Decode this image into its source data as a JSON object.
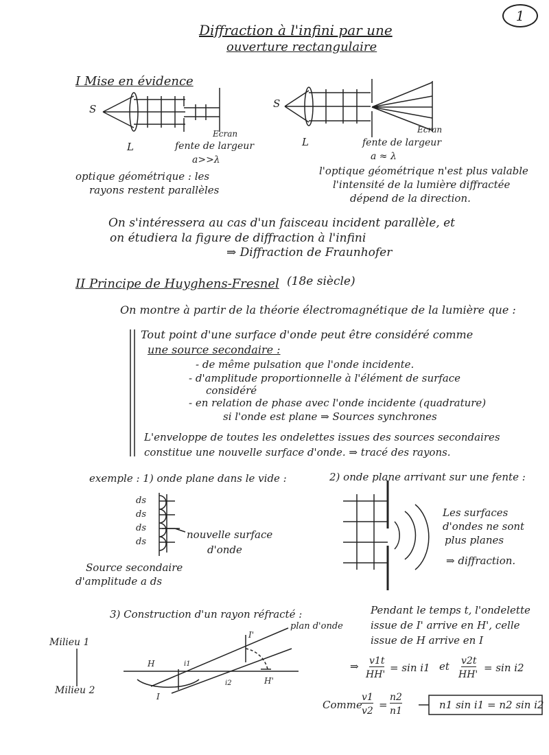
{
  "page_number": "1",
  "title": {
    "line1": "Diffraction à l'infini par une",
    "line2": "ouverture rectangulaire"
  },
  "section1": {
    "heading": "I Mise en évidence",
    "left_fig": {
      "S": "S",
      "L": "L",
      "ecran": "Ecran",
      "fente": "fente de largeur",
      "cond": "a>>λ"
    },
    "right_fig": {
      "S": "S",
      "L": "L",
      "ecran": "Ecran",
      "fente": "fente de largeur",
      "cond": "a ≈ λ"
    },
    "note_left": [
      "optique géométrique : les",
      "rayons restent parallèles"
    ],
    "note_right": [
      "l'optique géométrique n'est plus valable",
      "l'intensité de la lumière diffractée",
      "dépend de la direction."
    ],
    "para": [
      "On s'intéressera au cas d'un faisceau incident parallèle, et",
      "on étudiera la figure de diffraction à l'infini"
    ],
    "arrow_line": "⇒ Diffraction de Fraunhofer"
  },
  "section2": {
    "heading": "II Principe de Huyghens-Fresnel",
    "century": "(18e siècle)",
    "intro": "On montre à partir de la théorie électromagnétique de la lumière que :",
    "statement": [
      "Tout point d'une surface d'onde peut être considéré comme",
      "une source secondaire :",
      "- de même pulsation que l'onde incidente.",
      "- d'amplitude proportionnelle à l'élément de surface",
      "considéré",
      "- en relation de phase avec l'onde incidente (quadrature)",
      "si l'onde est plane ⇒ Sources synchrones",
      "L'enveloppe de toutes les ondelettes issues des sources secondaires",
      "constitue une nouvelle surface d'onde. ⇒ tracé des rayons."
    ],
    "ex1": {
      "label": "exemple : 1) onde plane dans le vide :",
      "ds": [
        "ds",
        "ds",
        "ds",
        "ds"
      ],
      "nouvelle": [
        "nouvelle surface",
        "d'onde"
      ],
      "source": [
        "Source secondaire",
        "d'amplitude a ds"
      ]
    },
    "ex2": {
      "label": "2) onde plane arrivant sur une fente :",
      "note": [
        "Les surfaces",
        "d'ondes ne sont",
        "plus planes",
        "⇒ diffraction."
      ]
    },
    "ex3": {
      "label": "3) Construction d'un rayon réfracté :",
      "plan": "plan d'onde",
      "milieu1": "Milieu 1",
      "milieu2": "Milieu 2",
      "pts": {
        "H": "H",
        "I": "I",
        "Ip": "I'",
        "Hp": "H'",
        "i1": "i1",
        "i2": "i2"
      },
      "text": [
        "Pendant le temps t, l'ondelette",
        "issue de I' arrive en H', celle",
        "issue de H arrive en I"
      ],
      "eq1_a_num": "v1t",
      "eq1_a_den": "HH'",
      "eq1_a_rhs": "= sin i1",
      "eq_et": "et",
      "eq1_b_num": "v2t",
      "eq1_b_den": "HH'",
      "eq1_b_rhs": "= sin i2",
      "comme": "Comme",
      "eq2_lhs_num": "v1",
      "eq2_lhs_den": "v2",
      "eq2_rhs_num": "n2",
      "eq2_rhs_den": "n1",
      "result": "n1 sin i1 = n2 sin i2"
    }
  }
}
